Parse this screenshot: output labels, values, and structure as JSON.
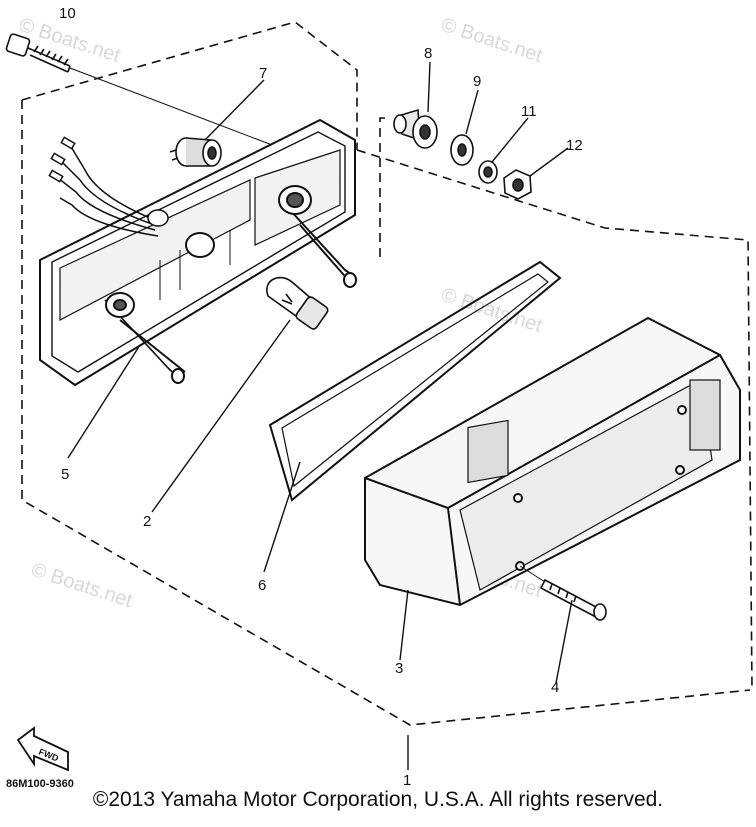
{
  "diagram": {
    "part_labels": {
      "p1": "1",
      "p2": "2",
      "p3": "3",
      "p4": "4",
      "p5": "5",
      "p6": "6",
      "p7": "7",
      "p8": "8",
      "p9": "9",
      "p10": "10",
      "p11": "11",
      "p12": "12"
    },
    "watermark": "© Boats.net",
    "diagram_code": "86M100-9360",
    "fwd_label": "FWD"
  },
  "footer": {
    "copyright": "©2013 Yamaha Motor Corporation, U.S.A. All rights reserved."
  }
}
